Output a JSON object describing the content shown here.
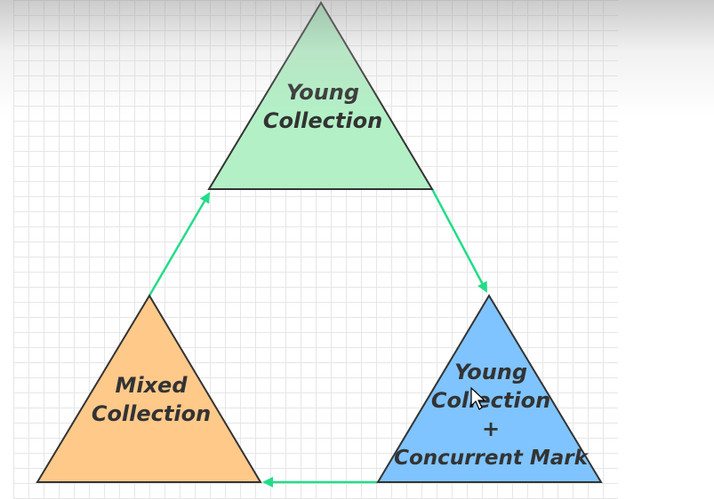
{
  "diagram": {
    "nodes": [
      {
        "id": "young",
        "lines": [
          "Young",
          "Collection"
        ],
        "fill": "#b3f0c6"
      },
      {
        "id": "young-concurrent",
        "lines": [
          "Young",
          "Collection",
          "+",
          "Concurrent Mark"
        ],
        "fill": "#7fc4ff"
      },
      {
        "id": "mixed",
        "lines": [
          "Mixed",
          "Collection"
        ],
        "fill": "#ffc98a"
      }
    ],
    "arrow_color": "#22dd88",
    "stroke_color": "#333333"
  }
}
